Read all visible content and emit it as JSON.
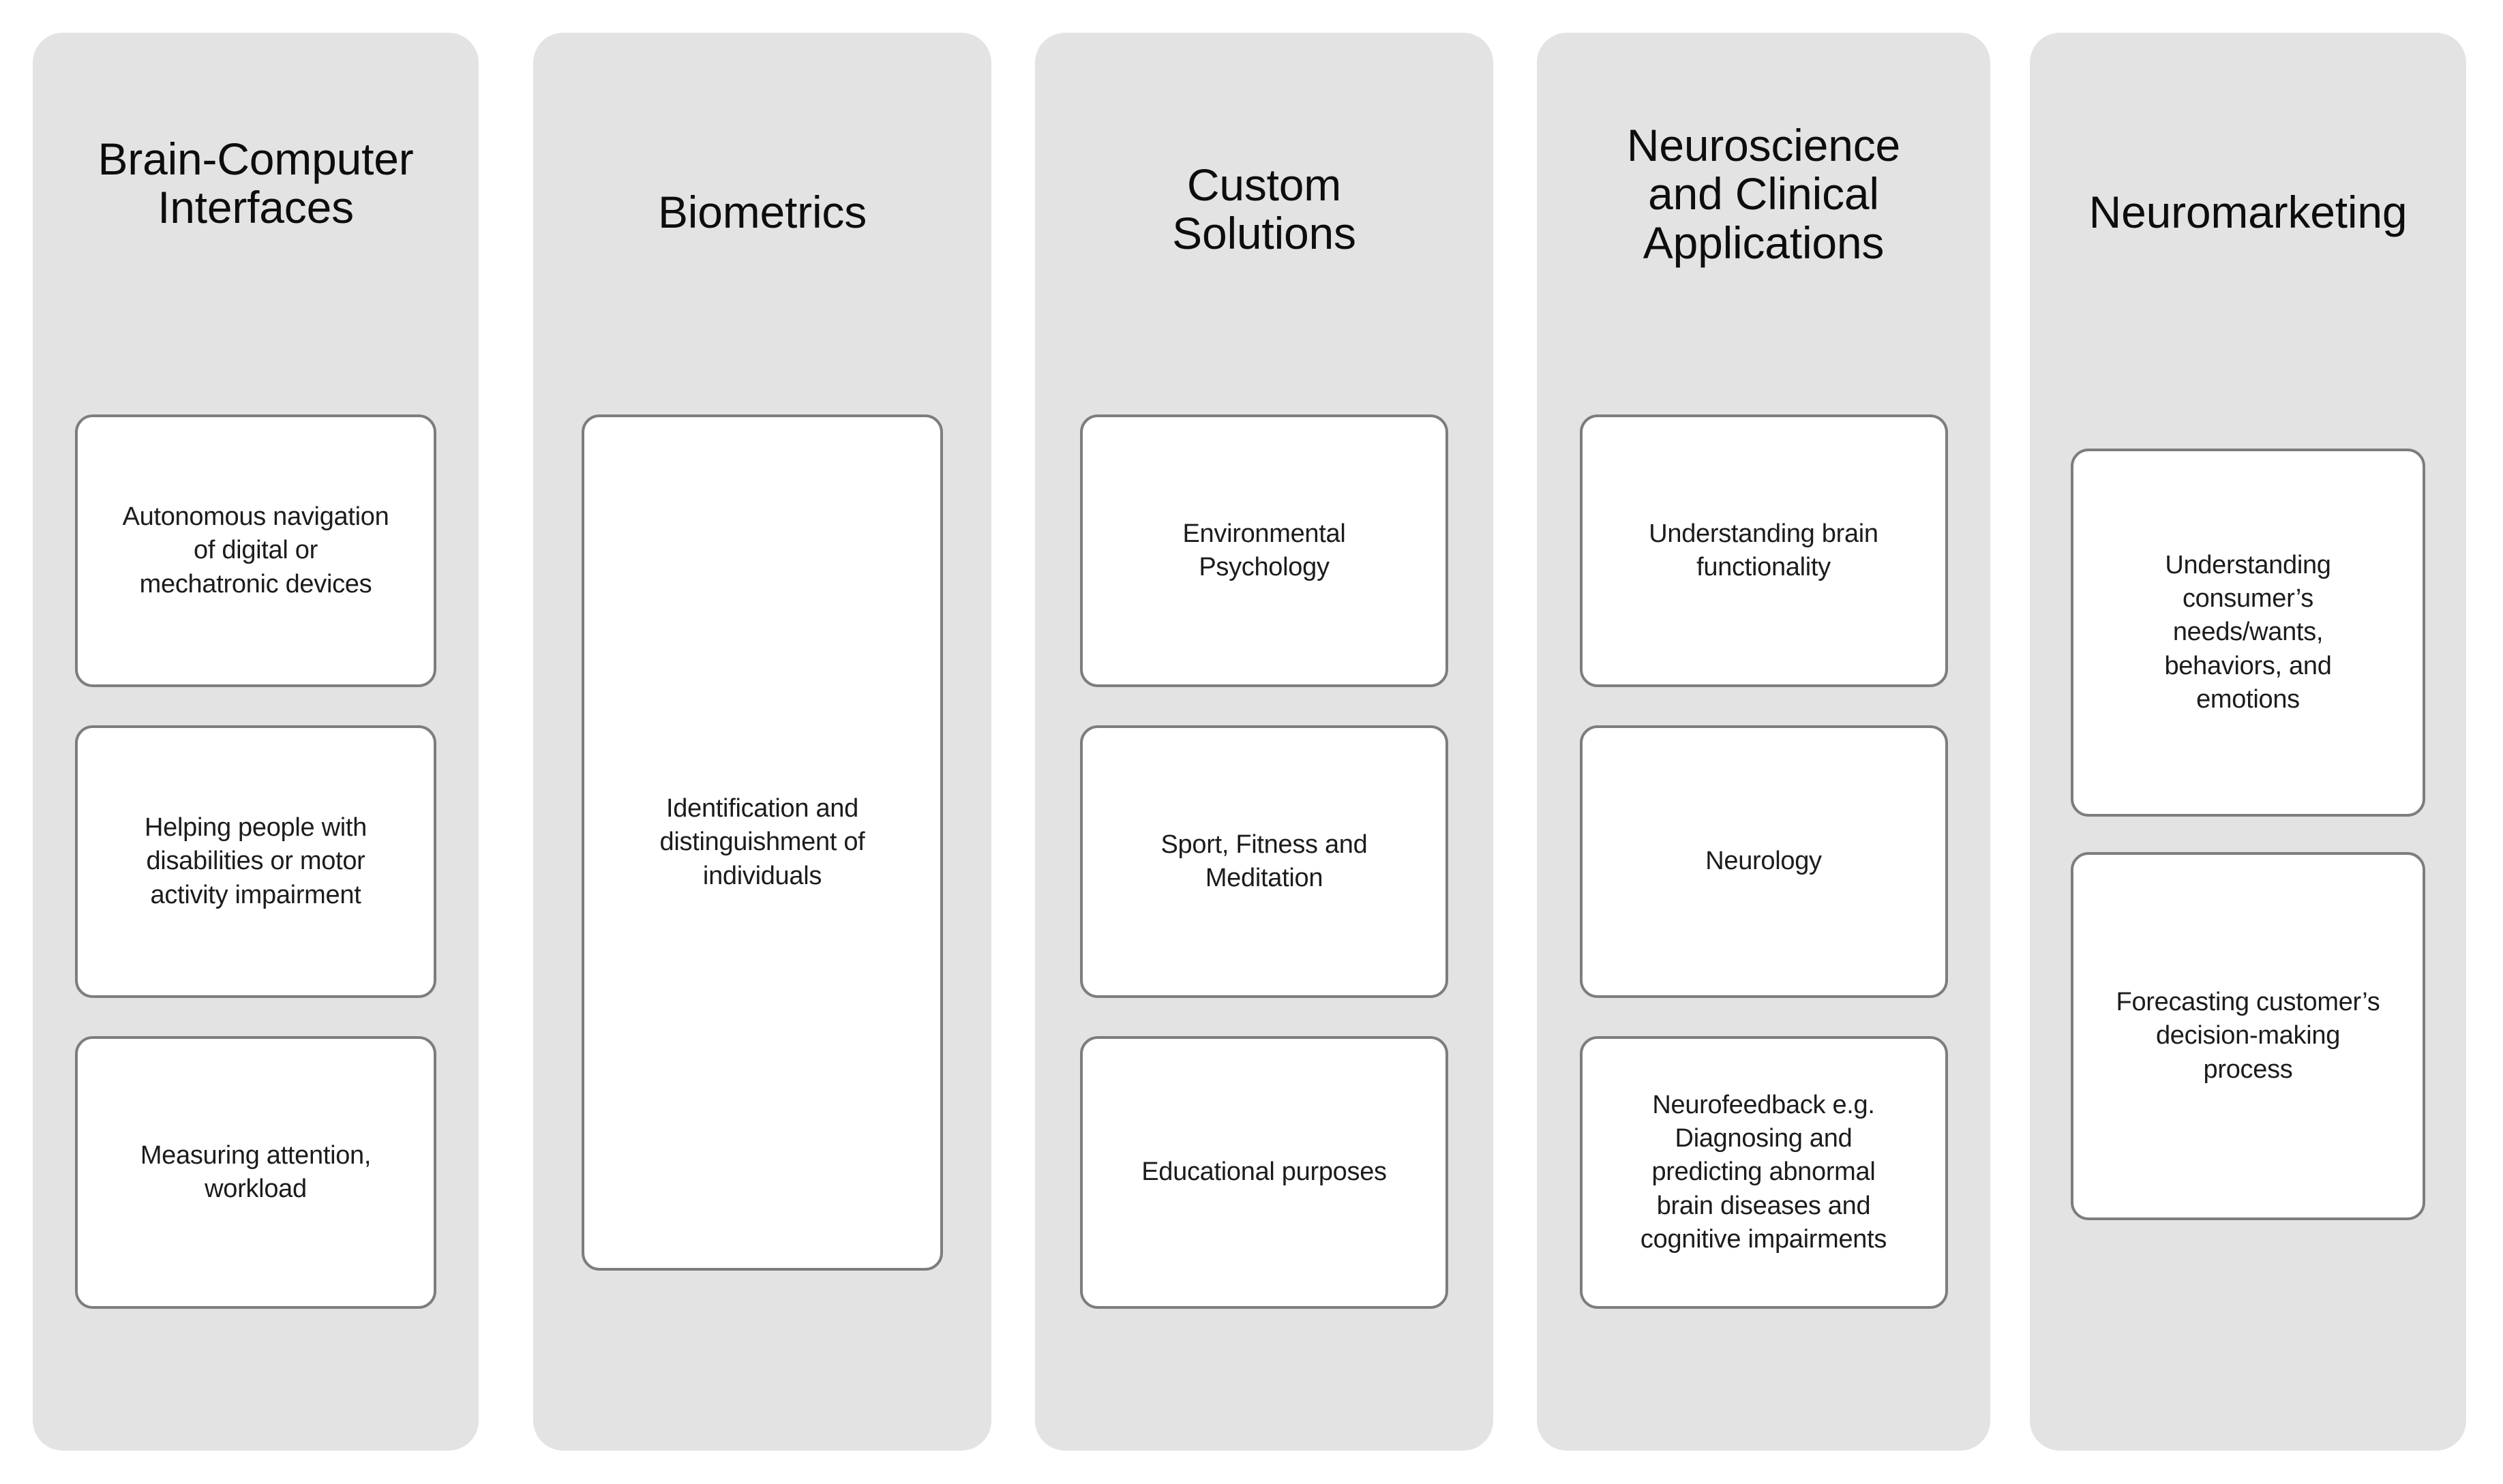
{
  "diagram": {
    "type": "grouped-category-columns",
    "panel_color": "#e3e3e3",
    "card_color": "#ffffff",
    "card_border_color": "#7d7d7d",
    "text_color": "#1c1c1c",
    "columns": [
      {
        "title": "Brain-Computer\nInterfaces",
        "cards": [
          "Autonomous navigation\nof digital or\nmechatronic devices",
          "Helping people with\ndisabilities or motor\nactivity impairment",
          "Measuring attention,\nworkload"
        ]
      },
      {
        "title": "Biometrics",
        "cards": [
          "Identification and\ndistinguishment of\nindividuals"
        ]
      },
      {
        "title": "Custom\nSolutions",
        "cards": [
          "Environmental\nPsychology",
          "Sport, Fitness and\nMeditation",
          "Educational purposes"
        ]
      },
      {
        "title": "Neuroscience\nand Clinical\nApplications",
        "cards": [
          "Understanding brain\nfunctionality",
          "Neurology",
          "Neurofeedback e.g.\nDiagnosing and\npredicting abnormal\nbrain diseases and\ncognitive impairments"
        ]
      },
      {
        "title": "Neuromarketing",
        "cards": [
          "Understanding\nconsumer’s\nneeds/wants,\nbehaviors, and\nemotions",
          "Forecasting customer’s\ndecision-making\nprocess"
        ]
      }
    ]
  }
}
